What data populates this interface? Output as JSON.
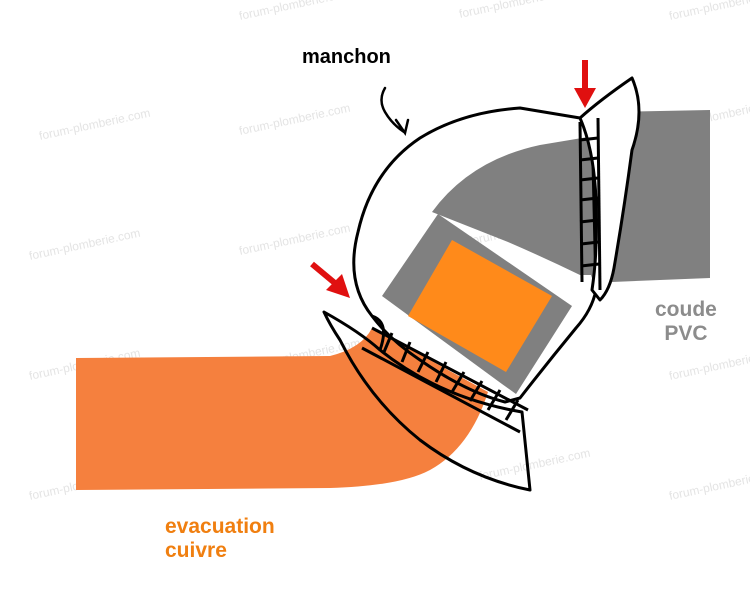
{
  "watermark": "forum-plomberie.com",
  "labels": {
    "manchon": "manchon",
    "coude_line1": "coude",
    "coude_line2": "PVC",
    "evacuation_line1": "evacuation",
    "evacuation_line2": "cuivre"
  },
  "colors": {
    "copper": "#f5803e",
    "copper_light": "#ff8a1a",
    "pvc_gray": "#808080",
    "outline": "#000000",
    "arrow_red": "#e01010",
    "coude_text": "#8c8c8c",
    "evacuation_text": "#f07f10"
  }
}
